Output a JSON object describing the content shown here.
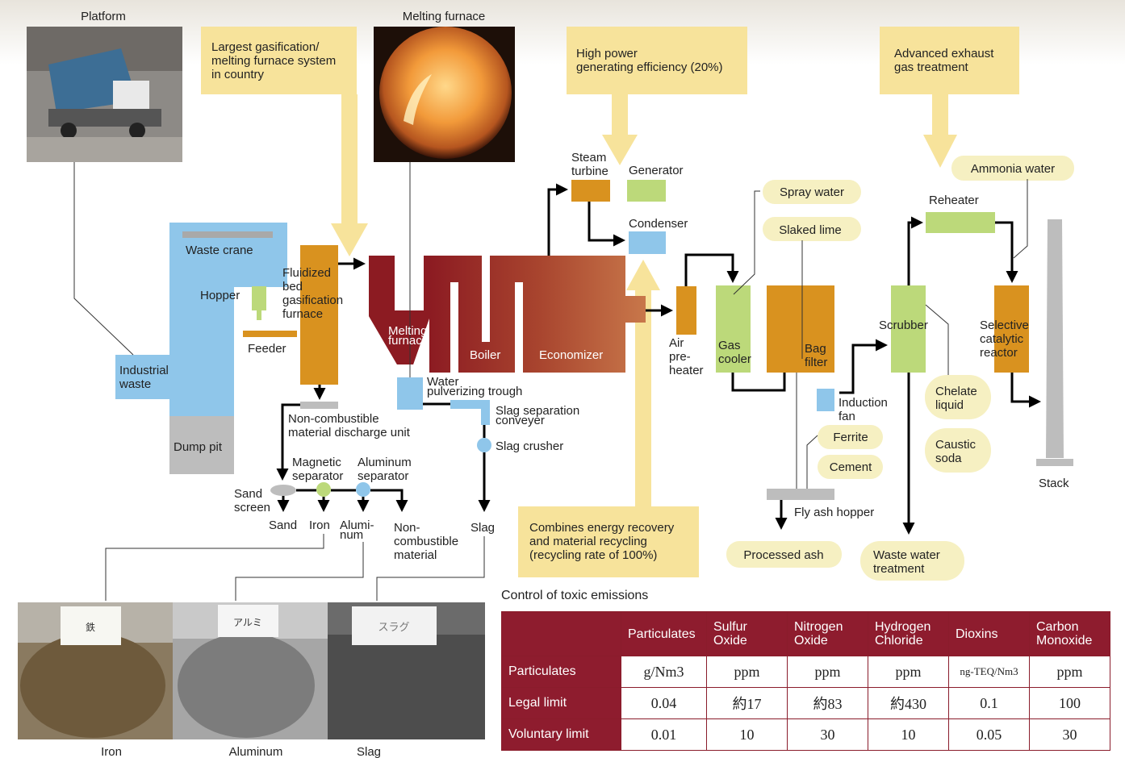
{
  "labels": {
    "platform": "Platform",
    "melting_furnace_photo": "Melting furnace",
    "waste_crane": "Waste crane",
    "hopper": "Hopper",
    "feeder": "Feeder",
    "industrial_waste": [
      "Industrial",
      "waste"
    ],
    "dump_pit": "Dump pit",
    "fluidized_bed": [
      "Fluidized",
      "bed",
      "gasification",
      "furnace"
    ],
    "melting_furnace": [
      "Melting",
      "furnace"
    ],
    "boiler": "Boiler",
    "economizer": "Economizer",
    "steam_turbine": [
      "Steam",
      "turbine"
    ],
    "generator": "Generator",
    "condenser": "Condenser",
    "air_preheater": [
      "Air",
      "pre-",
      "heater"
    ],
    "gas_cooler": [
      "Gas",
      "cooler"
    ],
    "bag_filter": [
      "Bag",
      "filter"
    ],
    "induction_fan": [
      "Induction",
      "fan"
    ],
    "scrubber": "Scrubber",
    "reheater": "Reheater",
    "selective_catalytic_reactor": [
      "Selective",
      "catalytic",
      "reactor"
    ],
    "stack": "Stack",
    "water_pulverizing_trough": [
      "Water",
      "pulverizing trough"
    ],
    "slag_separation_conveyer": [
      "Slag separation",
      "conveyer"
    ],
    "slag_crusher": "Slag crusher",
    "slag": "Slag",
    "non_combustible_discharge": [
      "Non-combustible",
      "material discharge unit"
    ],
    "magnetic_separator": [
      "Magnetic",
      "separator"
    ],
    "aluminum_separator": [
      "Aluminum",
      "separator"
    ],
    "sand_screen": [
      "Sand",
      "screen"
    ],
    "sand": "Sand",
    "iron": "Iron",
    "aluminum_out": [
      "Alumi-",
      "num"
    ],
    "non_combustible_material": [
      "Non-",
      "combustible",
      "material"
    ],
    "fly_ash_hopper": "Fly ash hopper",
    "processed_ash": "Processed ash",
    "waste_water_treatment": [
      "Waste water",
      "treatment"
    ],
    "spray_water": "Spray water",
    "slaked_lime": "Slaked lime",
    "ammonia_water": "Ammonia water",
    "ferrite": "Ferrite",
    "cement": "Cement",
    "chelate_liquid": [
      "Chelate",
      "liquid"
    ],
    "caustic_soda": [
      "Caustic",
      "soda"
    ]
  },
  "callouts": {
    "gasification": [
      "Largest gasification/",
      "melting furnace system",
      "in country"
    ],
    "power": [
      "High power",
      "generating efficiency (20%)"
    ],
    "exhaust": [
      "Advanced exhaust",
      "gas treatment"
    ],
    "recycling": [
      "Combines energy recovery",
      "and material recycling",
      "(recycling rate of 100%)"
    ]
  },
  "photo_captions": {
    "iron": "Iron",
    "aluminum": "Aluminum",
    "slag": "Slag"
  },
  "photo_signs": {
    "iron": "鉄",
    "aluminum": "アルミ",
    "slag": "スラグ"
  },
  "emissions": {
    "title": "Control of toxic emissions",
    "headers": [
      [
        "Particulates"
      ],
      [
        "Sulfur",
        "Oxide"
      ],
      [
        "Nitrogen",
        "Oxide"
      ],
      [
        "Hydrogen",
        "Chloride"
      ],
      [
        "Dioxins"
      ],
      [
        "Carbon",
        "Monoxide"
      ]
    ],
    "rows": [
      {
        "label": "Particulates",
        "values": [
          "g/Nm3",
          "ppm",
          "ppm",
          "ppm",
          "ng-TEQ/Nm3",
          "ppm"
        ]
      },
      {
        "label": "Legal limit",
        "values": [
          "0.04",
          "約17",
          "約83",
          "約430",
          "0.1",
          "100"
        ]
      },
      {
        "label": "Voluntary limit",
        "values": [
          "0.01",
          "10",
          "30",
          "10",
          "0.05",
          "30"
        ]
      }
    ]
  },
  "colors": {
    "blue": "#8fc6ea",
    "orange": "#d9921f",
    "green": "#bcd97a",
    "callout_yellow": "#f7e39b",
    "pill_yellow": "#f6f0c2",
    "maroon": "#8e1c2e",
    "gray": "#bdbdbd"
  }
}
